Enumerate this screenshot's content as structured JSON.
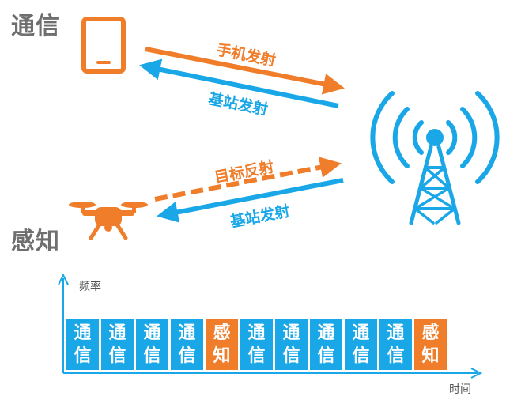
{
  "labels": {
    "communication": "通信",
    "sensing": "感知"
  },
  "arrows": {
    "phone_tx": "手机发射",
    "bs_tx_top": "基站发射",
    "target_reflect": "目标反射",
    "bs_tx_bottom": "基站发射"
  },
  "axes": {
    "y_label": "频率",
    "x_label": "时间"
  },
  "timeline": [
    {
      "type": "comm",
      "top": "通",
      "bottom": "信"
    },
    {
      "type": "comm",
      "top": "通",
      "bottom": "信"
    },
    {
      "type": "comm",
      "top": "通",
      "bottom": "信"
    },
    {
      "type": "comm",
      "top": "通",
      "bottom": "信"
    },
    {
      "type": "sense",
      "top": "感",
      "bottom": "知"
    },
    {
      "type": "comm",
      "top": "通",
      "bottom": "信"
    },
    {
      "type": "comm",
      "top": "通",
      "bottom": "信"
    },
    {
      "type": "comm",
      "top": "通",
      "bottom": "信"
    },
    {
      "type": "comm",
      "top": "通",
      "bottom": "信"
    },
    {
      "type": "comm",
      "top": "通",
      "bottom": "信"
    },
    {
      "type": "sense",
      "top": "感",
      "bottom": "知"
    }
  ],
  "colors": {
    "comm": "#1aa7e8",
    "sense": "#ef7d2a",
    "title_gray": "#6f6f6f"
  },
  "icons": {
    "phone": "phone-icon",
    "drone": "drone-icon",
    "tower": "cell-tower-icon"
  }
}
